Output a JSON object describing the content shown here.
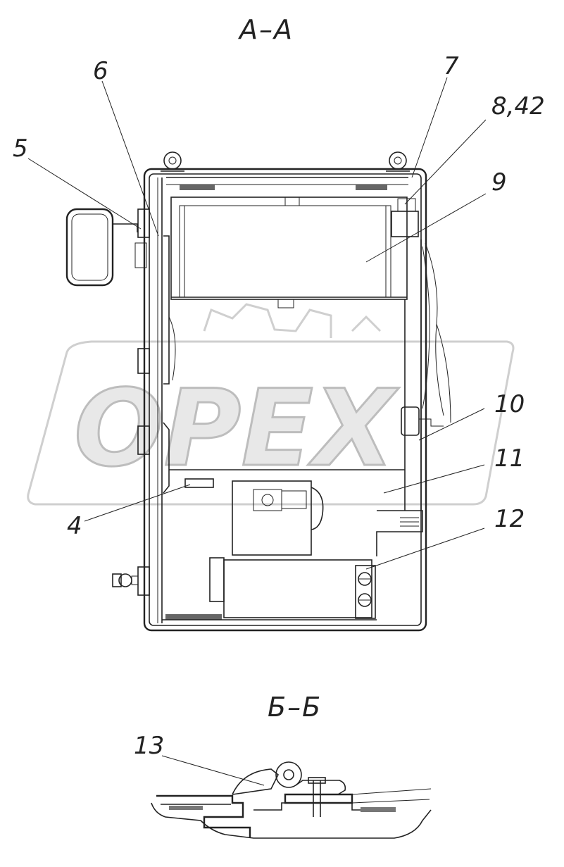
{
  "watermark": {
    "text": "OPEX"
  },
  "sections": {
    "aa": {
      "title": "А–А"
    },
    "bb": {
      "title": "Б–Б"
    }
  },
  "callouts": [
    {
      "id": "6",
      "text": "6"
    },
    {
      "id": "7",
      "text": "7"
    },
    {
      "id": "8",
      "text": "8,42"
    },
    {
      "id": "5",
      "text": "5"
    },
    {
      "id": "9",
      "text": "9"
    },
    {
      "id": "10",
      "text": "10"
    },
    {
      "id": "11",
      "text": "11"
    },
    {
      "id": "4",
      "text": "4"
    },
    {
      "id": "12",
      "text": "12"
    },
    {
      "id": "13",
      "text": "13"
    }
  ]
}
